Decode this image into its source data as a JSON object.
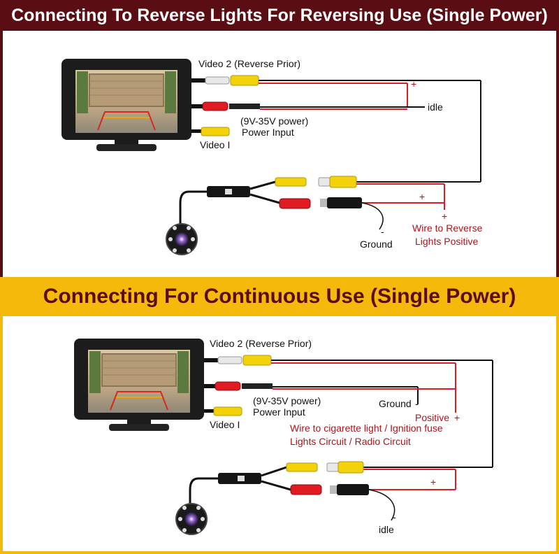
{
  "top_section": {
    "title": "Connecting To Reverse Lights For Reversing Use (Single Power)",
    "video2_label": "Video 2 (Reverse Prior)",
    "idle_label": "idle",
    "power_label_1": "(9V-35V power)",
    "power_label_2": "Power Input",
    "video1_label": "Video I",
    "minus_sign": "-",
    "ground_label": "Ground",
    "plus_sign": "+",
    "wire_label_1": "Wire to Reverse",
    "wire_label_2": "Lights Positive"
  },
  "bottom_section": {
    "title": "Connecting For Continuous Use (Single Power)",
    "video2_label": "Video 2 (Reverse Prior)",
    "power_label_1": "(9V-35V power)",
    "power_label_2": "Power Input",
    "video1_label": "Video I",
    "ground_label": "Ground",
    "minus_sign": "-",
    "positive_label": "Positive",
    "plus_sign": "+",
    "wire_label_1": "Wire to cigarette light / Ignition fuse",
    "wire_label_2": "Lights Circuit / Radio Circuit",
    "idle_label": "idle"
  },
  "colors": {
    "top_theme": "#5a0d12",
    "bottom_theme": "#f5b90b",
    "red_wire": "#e01b22",
    "black_wire": "#111111",
    "yellow_plug": "#f2d20a"
  },
  "icons": [
    "monitor-icon",
    "backup-camera-icon",
    "rca-plug-icon",
    "dc-plug-icon"
  ]
}
